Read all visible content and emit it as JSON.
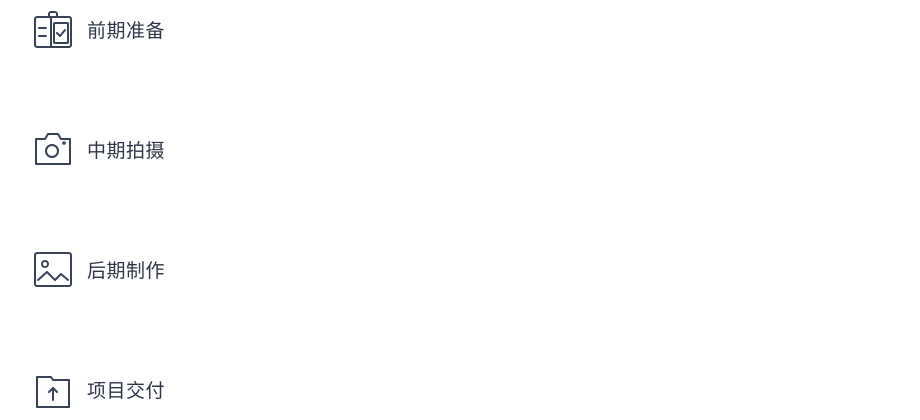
{
  "steps": [
    {
      "label": "前期准备",
      "icon": "clipboard-check-icon"
    },
    {
      "label": "中期拍摄",
      "icon": "camera-icon"
    },
    {
      "label": "后期制作",
      "icon": "image-icon"
    },
    {
      "label": "项目交付",
      "icon": "folder-upload-icon"
    }
  ],
  "colors": {
    "icon": "#3a4356",
    "text": "#2e3546"
  }
}
